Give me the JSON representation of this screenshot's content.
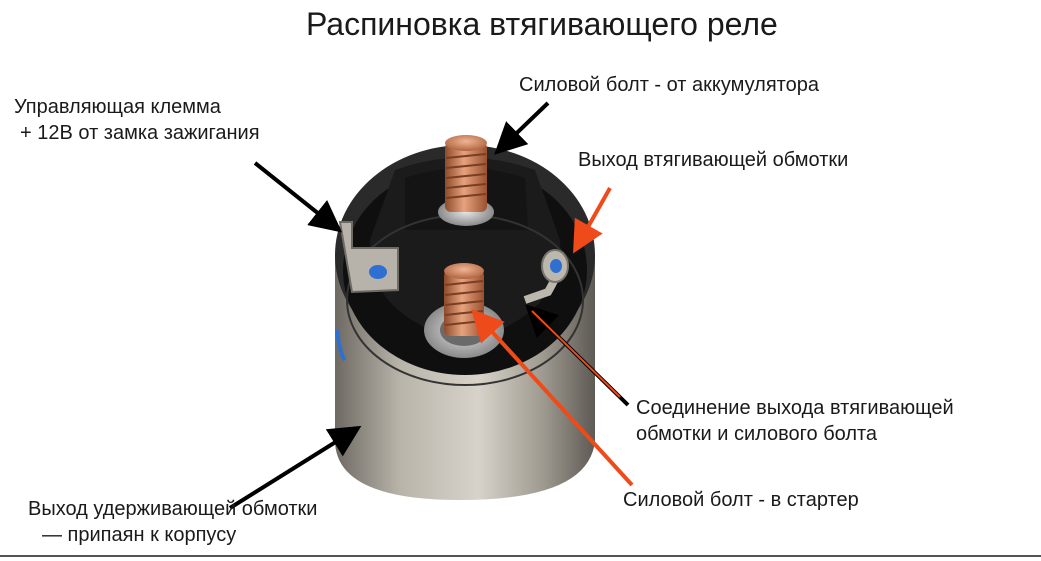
{
  "title": "Распиновка втягивающего реле",
  "labels": {
    "control_terminal": {
      "line1": "Управляющая клемма",
      "line2": "+ 12В от замка зажигания"
    },
    "battery_bolt": "Силовой болт - от аккумулятора",
    "pull_in_output": "Выход втягивающей обмотки",
    "connection": {
      "line1": "Соединение выхода втягивающей",
      "line2": "обмотки и силового болта"
    },
    "starter_bolt": "Силовой болт - в стартер",
    "hold_output": {
      "line1": "Выход удерживающей обмотки",
      "line2": "— припаян к корпусу"
    }
  },
  "colors": {
    "arrow_black": "#000000",
    "arrow_orange": "#ee4a1a",
    "copper": "#c97a52",
    "housing": "#9b968c",
    "cap": "#101010",
    "wire_insulation": "#2f6fd1"
  }
}
